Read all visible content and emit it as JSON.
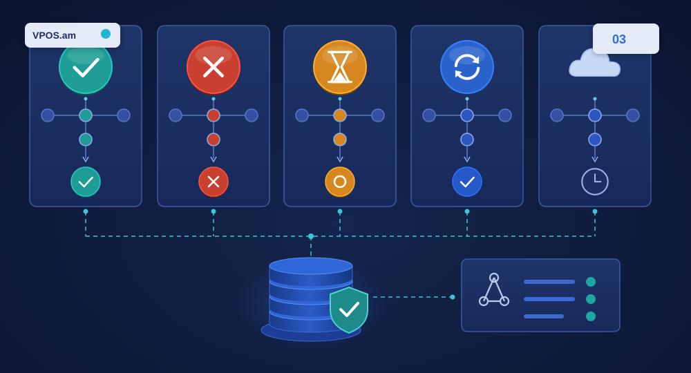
{
  "brand": {
    "name": "VPOS.am",
    "dot_color": "#22b5d3"
  },
  "page_number": "03",
  "colors": {
    "background": "#0f1c3d",
    "card_fill": "#1a2c5c",
    "card_border": "#3c5aa3",
    "connector": "#3fc4d8",
    "node_default": "#3550a0"
  },
  "status_cards": [
    {
      "status": "approved",
      "icon": "check-icon",
      "end_icon": "check-icon",
      "color": "#1e9c95"
    },
    {
      "status": "declined",
      "icon": "cross-icon",
      "end_icon": "cross-icon",
      "color": "#c94030"
    },
    {
      "status": "pending",
      "icon": "hourglass-icon",
      "end_icon": "circle-icon",
      "color": "#d6871f"
    },
    {
      "status": "refresh",
      "icon": "refresh-icon",
      "end_icon": "check-icon",
      "color": "#2a62cc"
    },
    {
      "status": "cloud",
      "icon": "cloud-icon",
      "end_icon": "clock-icon",
      "color": "#3060c0"
    }
  ],
  "database": {
    "icon": "database-icon",
    "badge_icon": "shield-check-icon",
    "badge_color": "#1e8a8a"
  },
  "integration_panel": {
    "icon": "network-icon",
    "rows": 3,
    "bullet_color": "#1ea6a0"
  }
}
